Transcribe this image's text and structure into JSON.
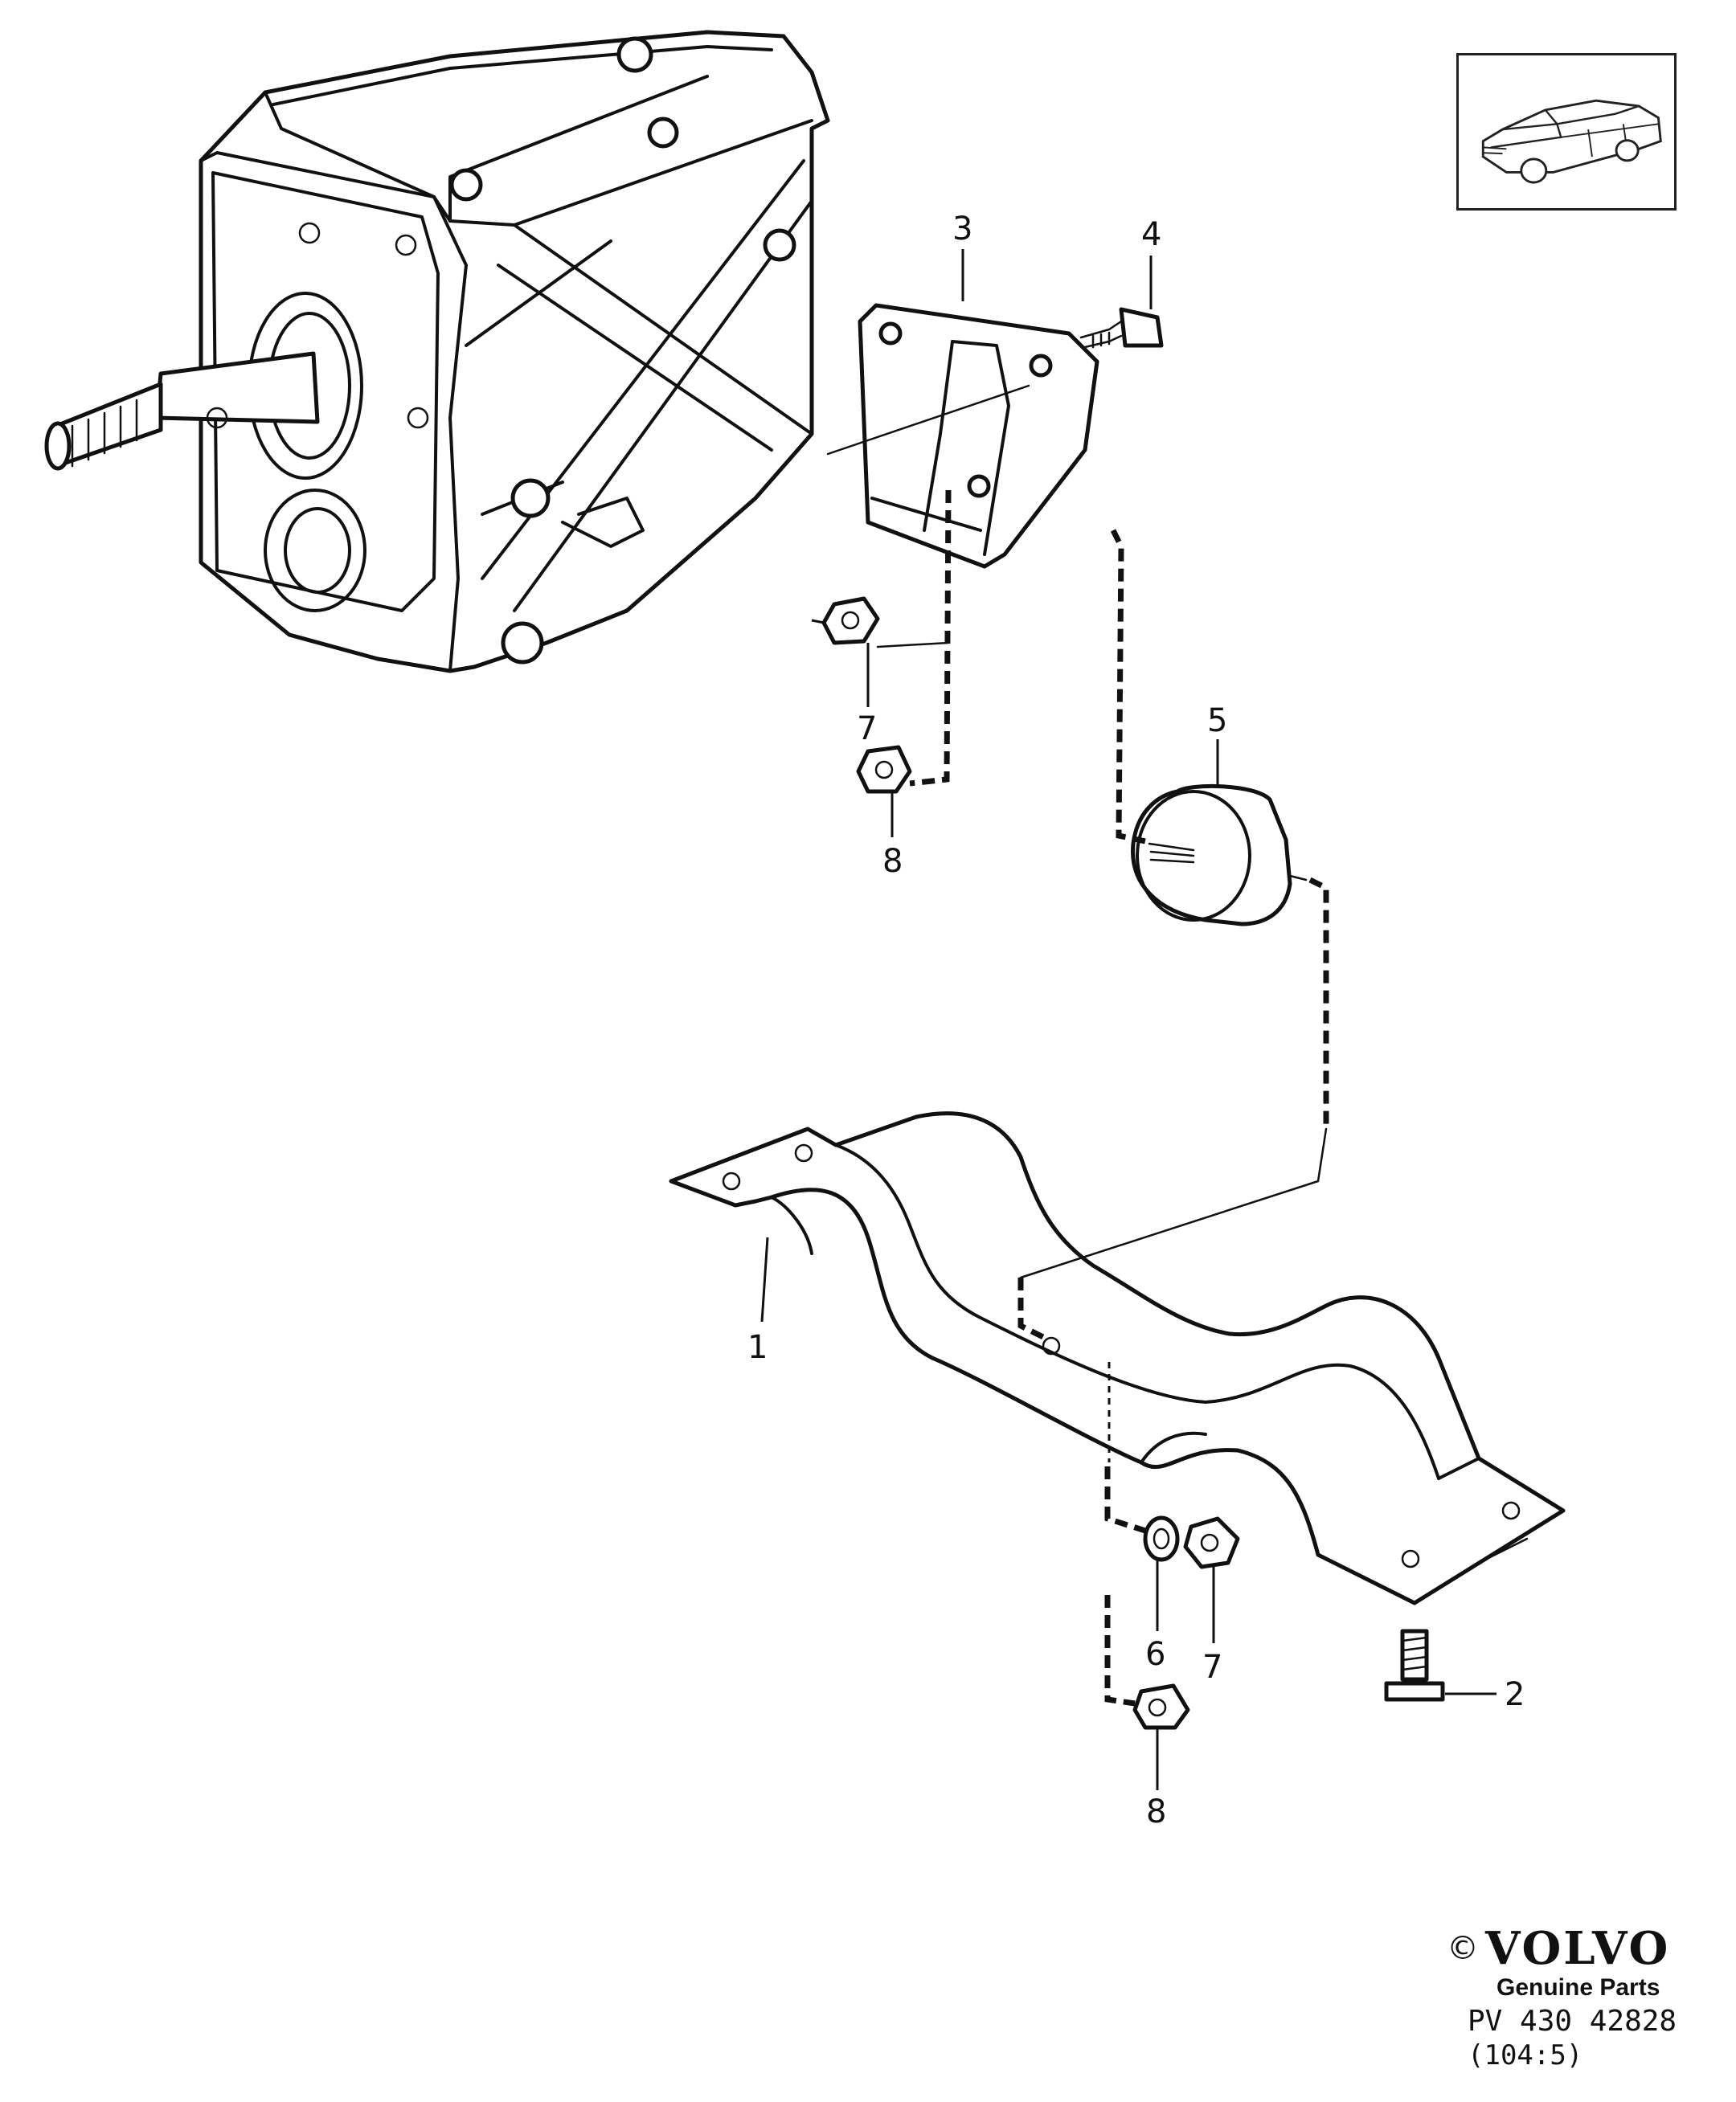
{
  "callouts": [
    "1",
    "2",
    "3",
    "4",
    "5",
    "6",
    "7",
    "7",
    "8",
    "8"
  ],
  "parts": [
    {
      "number": "1",
      "name": "crossmember"
    },
    {
      "number": "2",
      "name": "bolt"
    },
    {
      "number": "3",
      "name": "bracket"
    },
    {
      "number": "4",
      "name": "bolt"
    },
    {
      "number": "5",
      "name": "rubber-mount"
    },
    {
      "number": "6",
      "name": "washer"
    },
    {
      "number": "7",
      "name": "nut"
    },
    {
      "number": "8",
      "name": "nut"
    }
  ],
  "footer": {
    "copyright_symbol": "©",
    "brand": "VOLVO",
    "subtitle": "Genuine Parts",
    "part_number": "PV 430 42828",
    "code": "(104:5)"
  },
  "icons": [
    "transmission-drawing",
    "car-thumbnail-icon",
    "bracket-drawing",
    "crossmember-drawing",
    "rubber-mount-drawing"
  ]
}
